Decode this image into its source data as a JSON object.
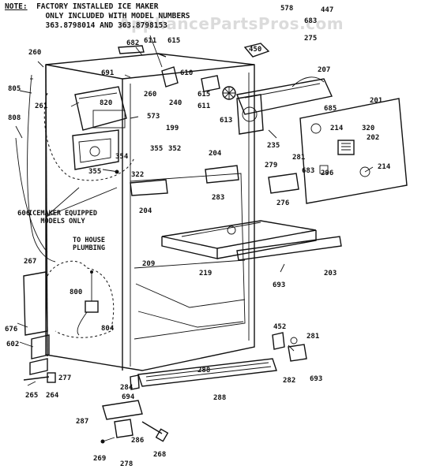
{
  "note": {
    "label": "NOTE:",
    "lines": [
      "FACTORY INSTALLED ICE MAKER",
      "ONLY INCLUDED WITH MODEL NUMBERS",
      "363.8798014 AND 363.8798153"
    ]
  },
  "watermark": "AppliancePartsPros.com",
  "annotations": {
    "icemaker": [
      "ICEMAKER EQUIPPED",
      "MODELS ONLY"
    ],
    "plumbing": [
      "TO HOUSE",
      "PLUMBING"
    ]
  },
  "callouts": [
    "578",
    "447",
    "683",
    "275",
    "450",
    "682",
    "611",
    "615",
    "691",
    "610",
    "207",
    "260",
    "805",
    "261",
    "820",
    "240",
    "260",
    "615",
    "611",
    "613",
    "685",
    "201",
    "573",
    "199",
    "214",
    "320",
    "202",
    "808",
    "355",
    "352",
    "235",
    "281",
    "354",
    "204",
    "279",
    "683",
    "296",
    "214",
    "355",
    "322",
    "283",
    "276",
    "204",
    "606",
    "209",
    "219",
    "203",
    "267",
    "693",
    "800",
    "804",
    "452",
    "281",
    "676",
    "602",
    "288",
    "277",
    "694",
    "282",
    "693",
    "265",
    "264",
    "284",
    "288",
    "287",
    "286",
    "269",
    "278",
    "268"
  ]
}
